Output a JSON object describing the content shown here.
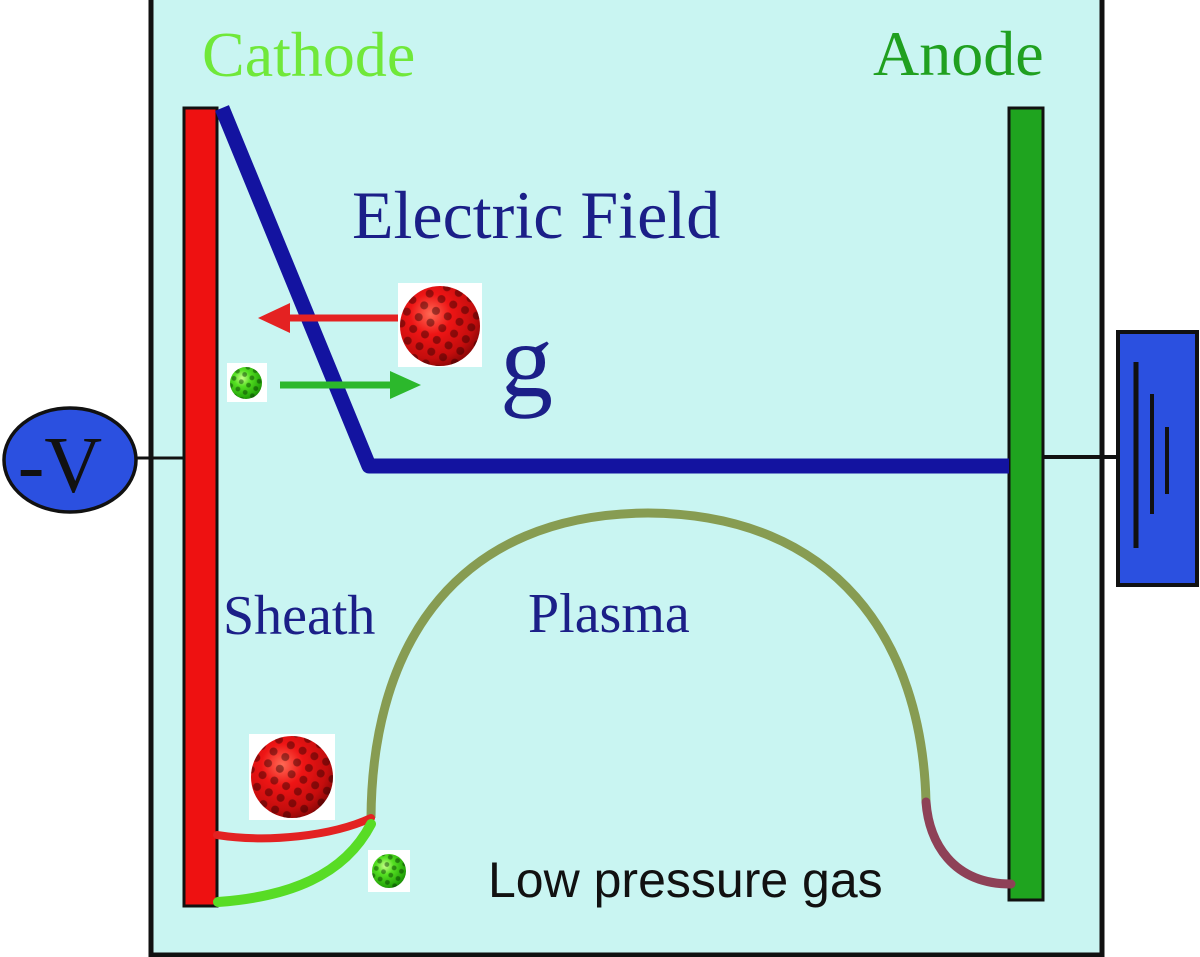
{
  "title": "DC glow discharge / plasma sheath diagram",
  "labels": {
    "cathode": "Cathode",
    "anode": "Anode",
    "electric_field": "Electric Field",
    "gravity": "g",
    "voltage": "-V",
    "sheath": "Sheath",
    "plasma": "Plasma",
    "low_pressure_gas": "Low pressure gas"
  },
  "colors": {
    "background": "#ffffff",
    "chamber_fill": "#c9f5f2",
    "chamber_border": "#111111",
    "cathode_bar": "#ee1111",
    "anode_bar": "#1fa41f",
    "cathode_label": "#70e83a",
    "anode_label": "#20a020",
    "navy_text": "#1b1f88",
    "gas_label": "#111111",
    "voltage_label": "#111111",
    "potential_line": "#1313a0",
    "plasma_curve": "#879c52",
    "ion_curve": "#e32222",
    "electron_curve": "#58dc25",
    "anode_sheath_curve": "#8e4157",
    "ion_arrow": "#e42222",
    "electron_arrow": "#2cb82c",
    "supply_fill": "#2b50e0",
    "wire": "#111111",
    "ion_sphere": "#cc1010",
    "electron_sphere": "#33cc11"
  }
}
